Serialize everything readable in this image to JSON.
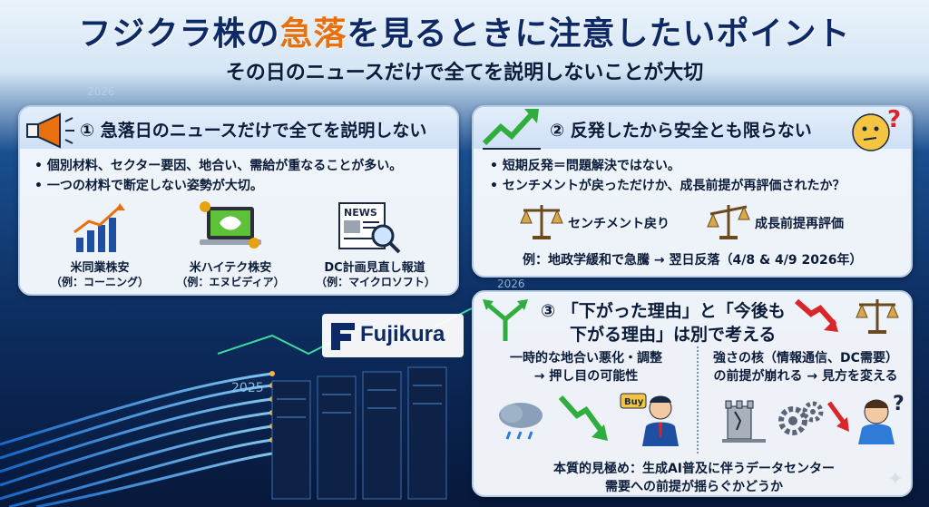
{
  "header": {
    "title_part1": "フジクラ株の",
    "title_highlight": "急落",
    "title_part2": "を見るときに注意したいポイント",
    "subtitle": "その日のニュースだけで全てを説明しないことが大切"
  },
  "background": {
    "year_top": "2026",
    "year_mid": "2026",
    "year_bottom": "2025"
  },
  "logo": {
    "text": "Fujikura"
  },
  "panel1": {
    "title": "① 急落日のニュースだけで全てを説明しない",
    "bullets": [
      "•  個別材料、セクター要因、地合い、需給が重なることが多い。",
      "•  一つの材料で断定しない姿勢が大切。"
    ],
    "examples": [
      {
        "label": "米同業株安",
        "sub": "（例：コーニング）",
        "icon": "rising-bar-chart-icon"
      },
      {
        "label": "米ハイテク株安",
        "sub": "（例：エヌビディア）",
        "icon": "laptop-chip-icon"
      },
      {
        "label": "DC計画見直し報道",
        "sub": "（例：マイクロソフト）",
        "icon": "news-magnifier-icon",
        "news_word": "NEWS"
      }
    ]
  },
  "panel2": {
    "title": "② 反発したから安全とも限らない",
    "bullets": [
      "•  短期反発＝問題解決ではない。",
      "•  センチメントが戻っただけか、成長前提が再評価されたか？"
    ],
    "scales": [
      {
        "label": "センチメント戻り",
        "icon": "balance-scale-icon"
      },
      {
        "label": "成長前提再評価",
        "icon": "balance-scale-icon"
      }
    ],
    "example": "例：地政学緩和で急騰 → 翌日反落（4/8 & 4/9 2026年）"
  },
  "panel3": {
    "title_line1": "③ 「下がった理由」と「今後も",
    "title_line2": "下がる理由」は別で考える",
    "left_line1": "一時的な地合い悪化・調整",
    "left_line2": "→ 押し目の可能性",
    "right_line1": "強さの核（情報通信、DC需要）",
    "right_line2": "の前提が崩れる → 見方を変える",
    "buy_label": "Buy",
    "bottom_line1": "本質的見極め：生成AI普及に伴うデータセンター",
    "bottom_line2": "需要への前提が揺らぐかどうか"
  },
  "colors": {
    "title_blue": "#0d2a66",
    "highlight_orange": "#e8700f",
    "arrow_green": "#2fae3f",
    "arrow_red": "#d8262a"
  }
}
